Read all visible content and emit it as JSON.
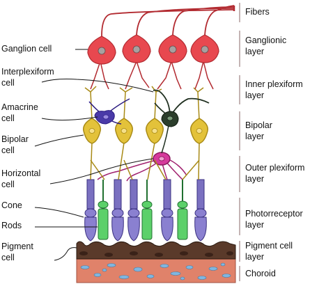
{
  "left_labels": {
    "ganglion": "Ganglion cell",
    "interplexiform_1": "Interplexiform",
    "interplexiform_2": "cell",
    "amacrine_1": "Amacrine",
    "amacrine_2": "cell",
    "bipolar_1": "Bipolar",
    "bipolar_2": "cell",
    "horizontal_1": "Horizontal",
    "horizontal_2": "cell",
    "cone": "Cone",
    "rods": "Rods",
    "pigment_1": "Pigment",
    "pigment_2": "cell"
  },
  "right_labels": {
    "fibers": "Fibers",
    "ganglionic_1": "Ganglionic",
    "ganglionic_2": "layer",
    "inner_plexiform_1": "Inner plexiform",
    "inner_plexiform_2": "layer",
    "bipolar_1": "Bipolar",
    "bipolar_2": "layer",
    "outer_plexiform_1": "Outer plexiform",
    "outer_plexiform_2": "layer",
    "photoreceptor_1": "Photorreceptor",
    "photoreceptor_2": "layer",
    "pigment_cell_1": "Pigment cell",
    "pigment_cell_2": "layer",
    "choroid": "Choroid"
  },
  "colors": {
    "ganglion": "#e8484f",
    "ganglion_stroke": "#b22a30",
    "bipolar": "#e3c23a",
    "bipolar_stroke": "#a88a16",
    "amacrine": "#4a3aa8",
    "interplexiform": "#2c3e2c",
    "horizontal": "#d63a9c",
    "cone": "#8a80d0",
    "rod": "#5cd06a",
    "pigment": "#5a3a2a",
    "choroid": "#e0826a",
    "choroid_spot": "#7fb6e0",
    "divider": "#8a6a6a"
  }
}
